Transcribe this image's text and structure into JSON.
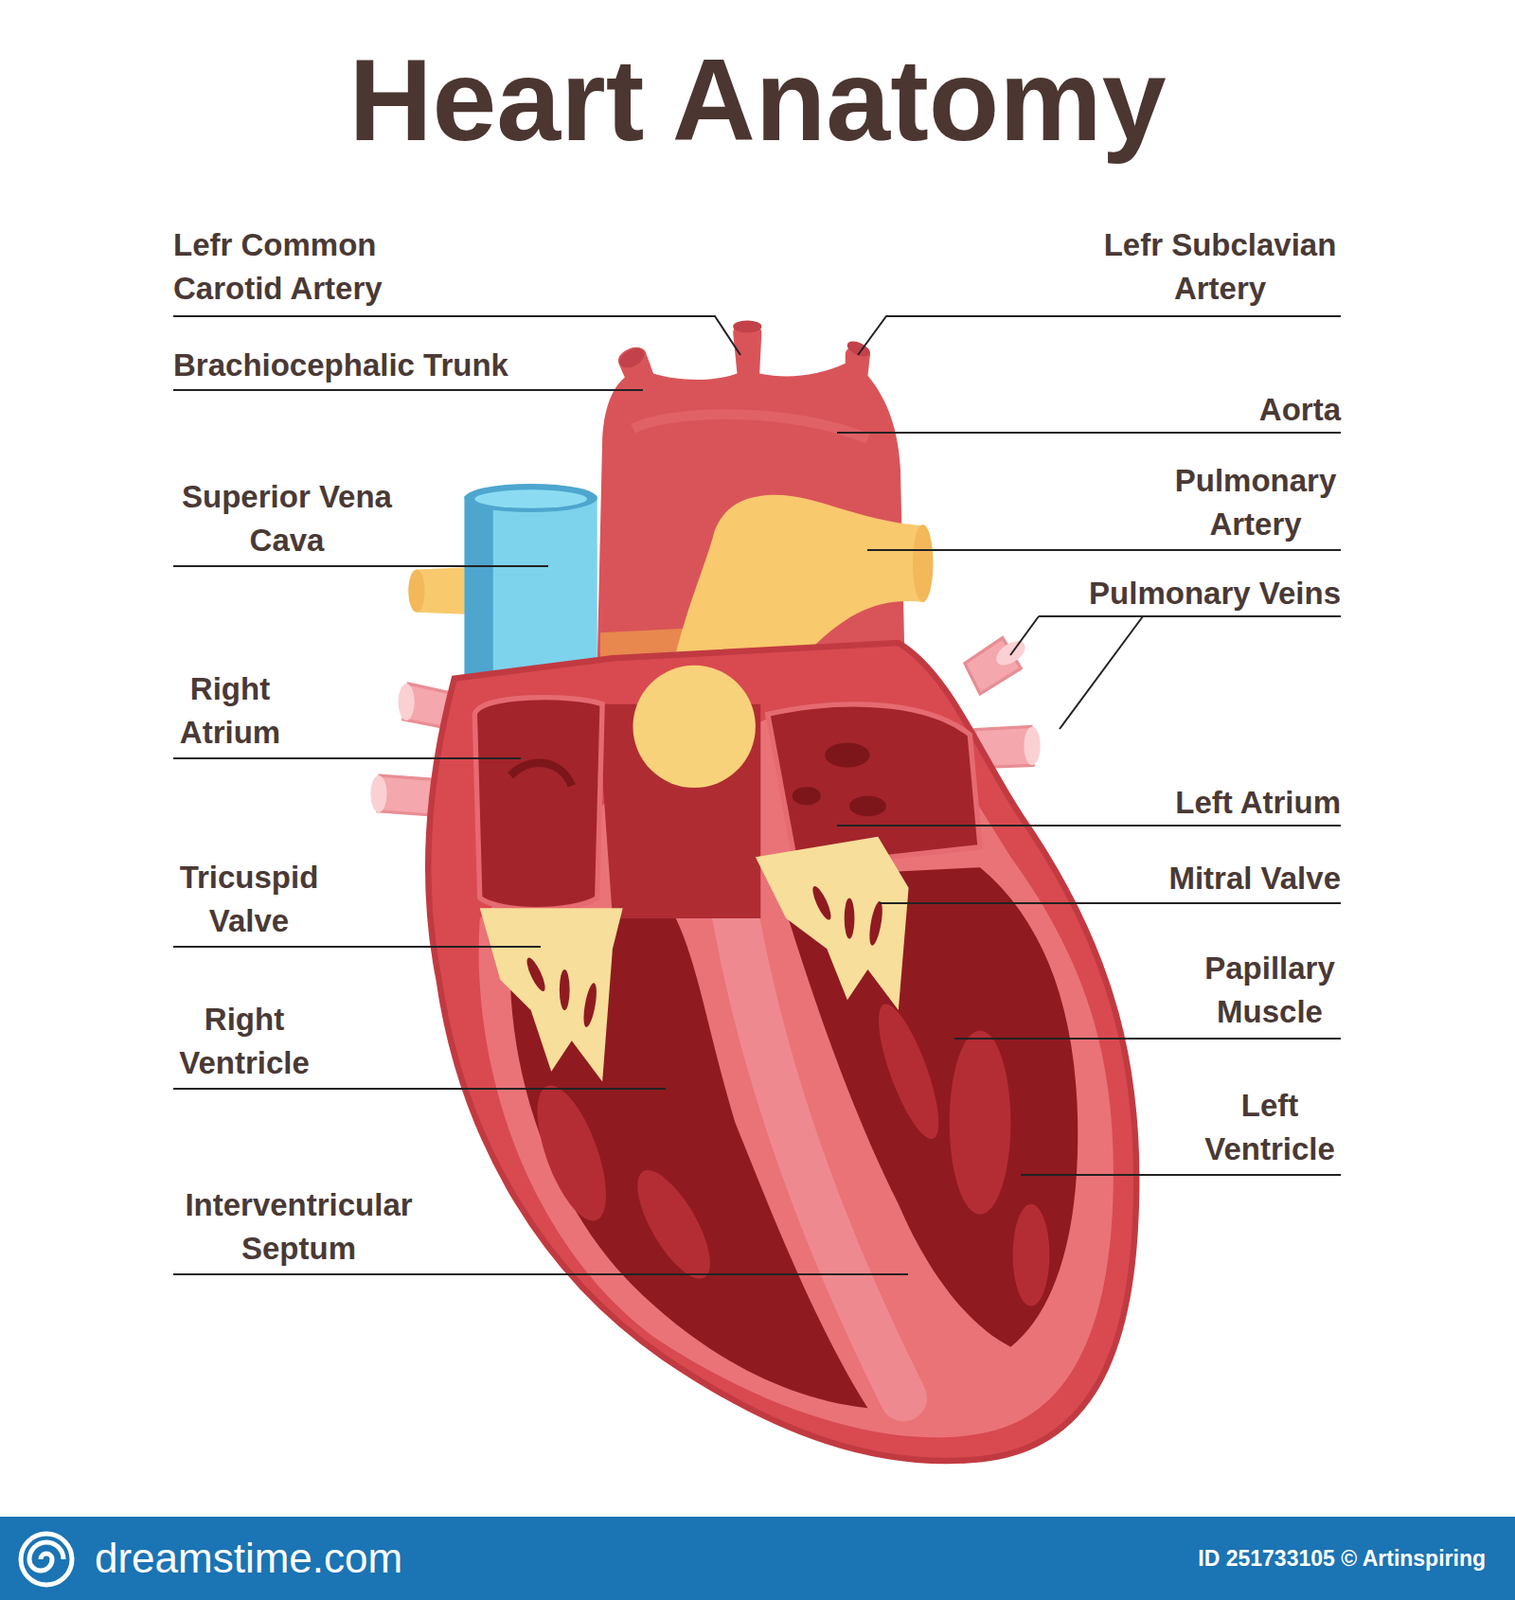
{
  "diagram": {
    "title": "Heart Anatomy",
    "labels": [
      "Lefr Common Carotid Artery",
      "Brachiocephalic Trunk",
      "Superior Vena Cava",
      "Right Atrium",
      "Tricuspid Valve",
      "Right Ventricle",
      "Interventricular Septum",
      "Lefr Subclavian Artery",
      "Aorta",
      "Pulmonary Artery",
      "Pulmonary Veins",
      "Left Atrium",
      "Mitral Valve",
      "Papillary Muscle",
      "Left Ventricle",
      "dreamstime.com",
      "ID 251733105 © Artinspiring"
    ]
  }
}
